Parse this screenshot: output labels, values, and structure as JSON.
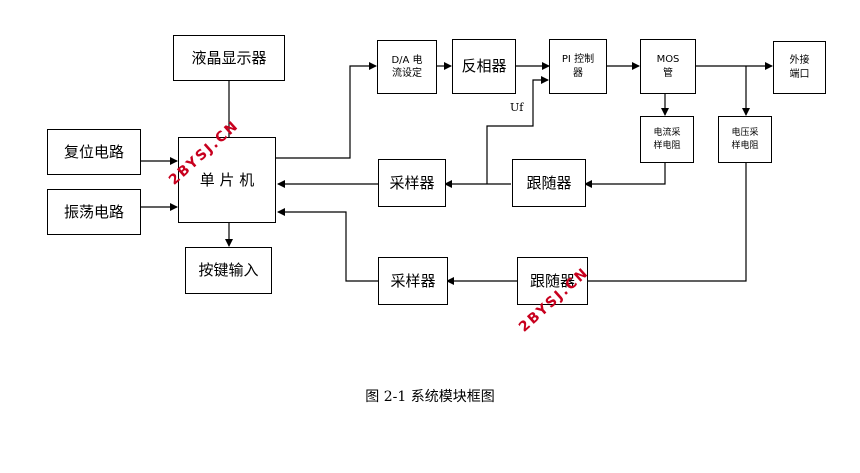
{
  "blocks": {
    "lcd": "液晶显示器",
    "reset": "复位电路",
    "oscillator": "振荡电路",
    "mcu": "单 片 机",
    "keypad": "按键输入",
    "da": "D/A 电\n流设定",
    "inverter": "反相器",
    "pi": "PI 控制\n器",
    "mos": "MOS\n管",
    "port": "外接\n端口",
    "cur_sense": "电流采\n样电阻",
    "volt_sense": "电压采\n样电阻",
    "sampler_top": "采样器",
    "follower_top": "跟随器",
    "sampler_bottom": "采样器",
    "follower_bottom": "跟随器"
  },
  "signal_label": "Uf",
  "watermark": "2BYSJ.CN",
  "caption": "图 2-1  系统模块框图"
}
